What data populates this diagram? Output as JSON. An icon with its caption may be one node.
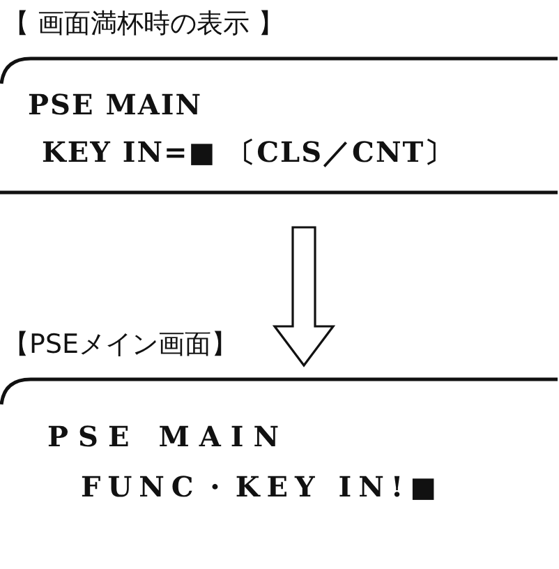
{
  "diagram": {
    "nodes": [
      {
        "text": [
          "【 画面満杯時の表示 】",
          "PSE MAIN",
          "KEY IN=■ 〔CLS／CNT〕"
        ]
      },
      {
        "text": [
          "【PSEメイン画面】",
          "PSE MAIN",
          "FUNC・KEY IN!■"
        ]
      }
    ],
    "edges": [
      {
        "from": 0,
        "to": 1,
        "arrow": "to"
      }
    ]
  }
}
